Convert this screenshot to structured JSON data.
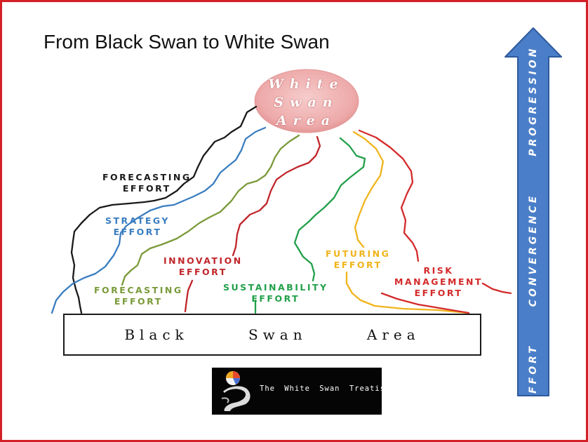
{
  "title": "From Black Swan to White Swan",
  "white_swan_area": [
    "White",
    "Swan",
    "Area"
  ],
  "black_swan_area": [
    "Black",
    "Swan",
    "Area"
  ],
  "efforts": [
    {
      "id": "forecasting-1",
      "lines": [
        "FORECASTING",
        "EFFORT"
      ],
      "color": "#1a1a1a"
    },
    {
      "id": "strategy",
      "lines": [
        "STRATEGY",
        "EFFORT"
      ],
      "color": "#3a7dbf"
    },
    {
      "id": "forecasting-2",
      "lines": [
        "FORECASTING",
        "EFFORT"
      ],
      "color": "#7a9a3a"
    },
    {
      "id": "innovation",
      "lines": [
        "INNOVATION",
        "EFFORT"
      ],
      "color": "#c0262b"
    },
    {
      "id": "sustainability",
      "lines": [
        "SUSTAINABILITY",
        "EFFORT"
      ],
      "color": "#22a04a"
    },
    {
      "id": "futuring",
      "lines": [
        "FUTURING",
        "EFFORT"
      ],
      "color": "#f0b41c"
    },
    {
      "id": "risk",
      "lines": [
        "RISK",
        "MANAGEMENT",
        "EFFORT"
      ],
      "color": "#d42a2a"
    }
  ],
  "progression_arrow": {
    "text": "EFFORT CONVERGENCE PROGRESSION",
    "fill": "#4a7ec8",
    "stroke": "#2e5a9c"
  },
  "logo": {
    "text": "The White Swan Treatise",
    "background": "#050505"
  },
  "colors": {
    "frame": "#d32026",
    "white_swan_fill": "#f2b8b8"
  }
}
